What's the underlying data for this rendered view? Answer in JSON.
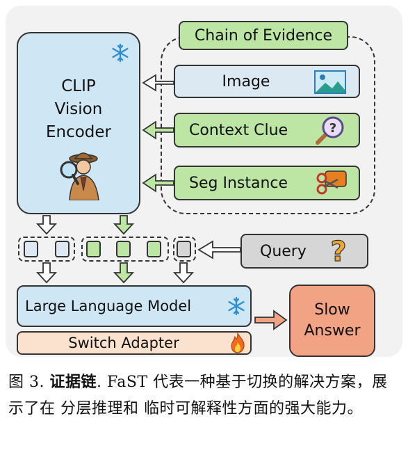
{
  "diagram": {
    "clip_encoder": {
      "label_line1": "CLIP",
      "label_line2": "Vision",
      "label_line3": "Encoder"
    },
    "chain_of_evidence": {
      "title": "Chain of Evidence"
    },
    "inputs": {
      "image": "Image",
      "context_clue": "Context Clue",
      "seg_instance": "Seg Instance"
    },
    "query": "Query",
    "llm": "Large Language Model",
    "switch_adapter": "Switch Adapter",
    "slow_answer": {
      "line1": "Slow",
      "line2": "Answer"
    },
    "colors": {
      "blue": "#cfe6f5",
      "green": "#bde5a4",
      "gray": "#d6d6d6",
      "orange": "#f1a383",
      "peach": "#fbe2cf"
    },
    "icons": [
      "snowflake-icon",
      "detective-icon",
      "image-icon",
      "magnifier-question-icon",
      "scissors-cut-icon",
      "question-mark-icon",
      "fire-icon"
    ]
  },
  "caption": {
    "fig_label": "图 3.",
    "title": "证据链",
    "text": ". FaST 代表一种基于切换的解决方案，展示了在 分层推理和 临时可解释性方面的强大能力。"
  }
}
